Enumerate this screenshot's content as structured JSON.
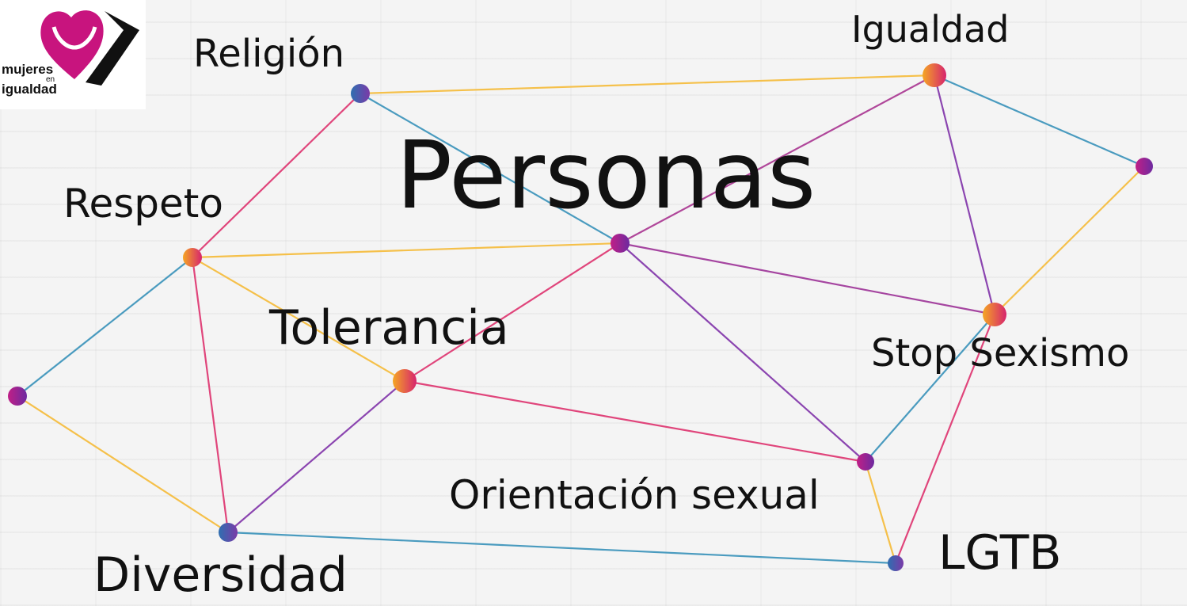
{
  "logo": {
    "line1": "mujeres",
    "line2": "en",
    "line3": "igualdad"
  },
  "title": "Personas",
  "labels": {
    "religion": "Religión",
    "igualdad": "Igualdad",
    "respeto": "Respeto",
    "tolerancia": "Tolerancia",
    "stop_sexismo": "Stop Sexismo",
    "orientacion": "Orientación sexual",
    "lgtb": "LGTB",
    "diversidad": "Diversidad"
  },
  "colors": {
    "pink": "#e0457b",
    "yellow": "#f5c04a",
    "blue": "#4a9bbf",
    "purple": "#8b45b0",
    "logo_magenta": "#c8147e"
  }
}
